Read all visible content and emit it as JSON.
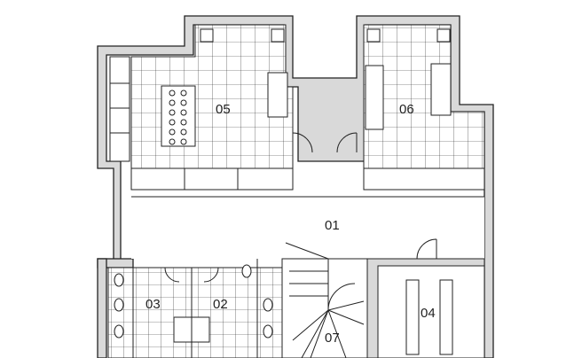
{
  "rooms": [
    {
      "id": "r05",
      "label": "05"
    },
    {
      "id": "r06",
      "label": "06"
    },
    {
      "id": "r01",
      "label": "01"
    },
    {
      "id": "r03",
      "label": "03"
    },
    {
      "id": "r02",
      "label": "02"
    },
    {
      "id": "r04",
      "label": "04"
    },
    {
      "id": "r07",
      "label": "07"
    }
  ]
}
